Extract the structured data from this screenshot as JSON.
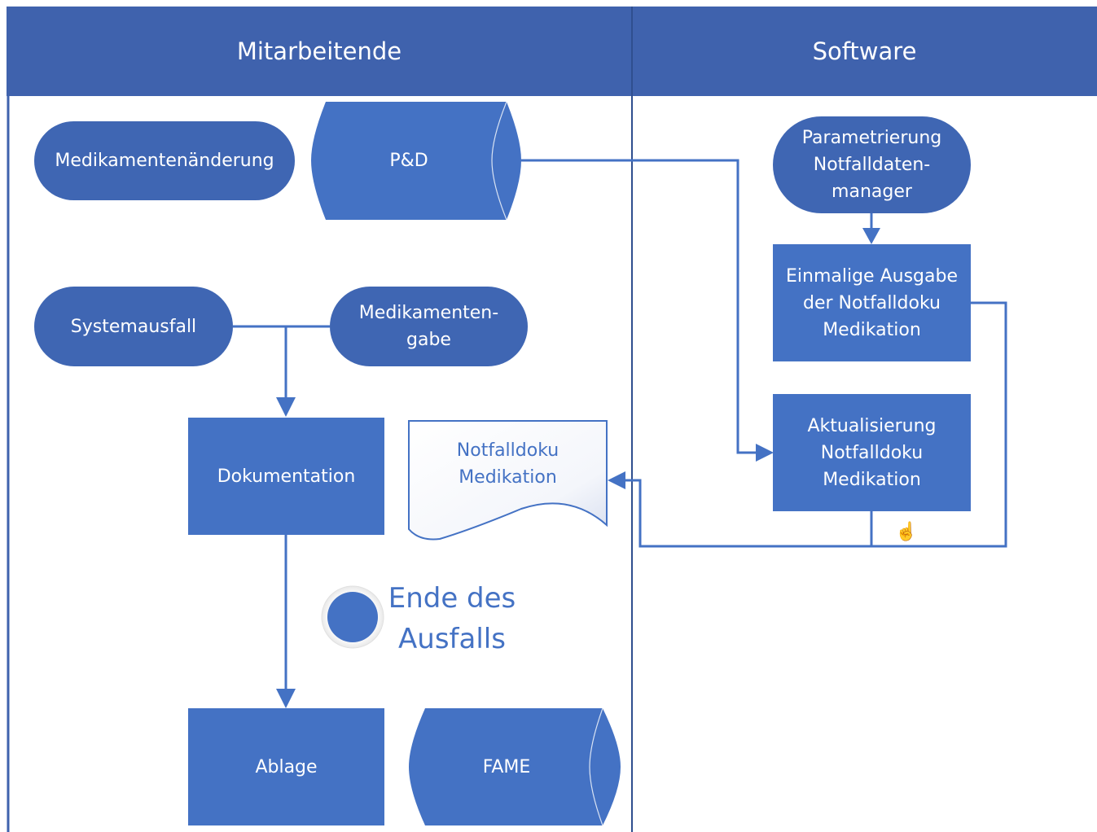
{
  "lanes": {
    "left": "Mitarbeitende",
    "right": "Software"
  },
  "nodes": {
    "medikamentenaenderung": "Medikamentenänderung",
    "pd": "P&D",
    "systemausfall": "Systemausfall",
    "medikamentengabe": "Medikamenten-\ngabe",
    "dokumentation": "Dokumentation",
    "notfalldoku": "Notfalldoku\nMedikation",
    "ende": "Ende des\nAusfalls",
    "ablage": "Ablage",
    "fame": "FAME",
    "parametrierung": "Parametrierung\nNotfalldaten-\nmanager",
    "einmalige_ausgabe": "Einmalige Ausgabe\nder Notfalldoku\nMedikation",
    "aktualisierung": "Aktualisierung\nNotfalldoku\nMedikation"
  },
  "colors": {
    "header": "#3f62ad",
    "shape": "#4472c4",
    "terminator": "#3f66b3",
    "line": "#4472c4"
  }
}
